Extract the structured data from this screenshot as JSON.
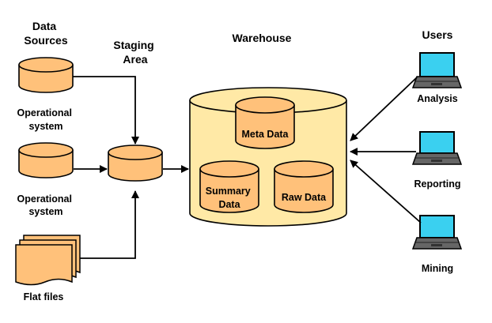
{
  "headers": {
    "data_sources": [
      "Data",
      "Sources"
    ],
    "staging_area": [
      "Staging",
      "Area"
    ],
    "warehouse": "Warehouse",
    "users": "Users"
  },
  "sources": [
    {
      "label": [
        "Operational",
        "system"
      ],
      "icon": "database-icon"
    },
    {
      "label": [
        "Operational",
        "system"
      ],
      "icon": "database-icon"
    },
    {
      "label": [
        "Flat files"
      ],
      "icon": "documents-icon"
    }
  ],
  "warehouse_parts": {
    "meta": [
      "Meta Data"
    ],
    "summary": [
      "Summary",
      "Data"
    ],
    "raw": [
      "Raw Data"
    ]
  },
  "users": [
    {
      "label": "Analysis",
      "icon": "laptop-icon"
    },
    {
      "label": "Reporting",
      "icon": "laptop-icon"
    },
    {
      "label": "Mining",
      "icon": "laptop-icon"
    }
  ],
  "colors": {
    "cylinder_fill": "#ffc17a",
    "warehouse_fill": "#ffe9a6",
    "laptop_screen": "#3ad0f0",
    "stroke": "#000000"
  }
}
